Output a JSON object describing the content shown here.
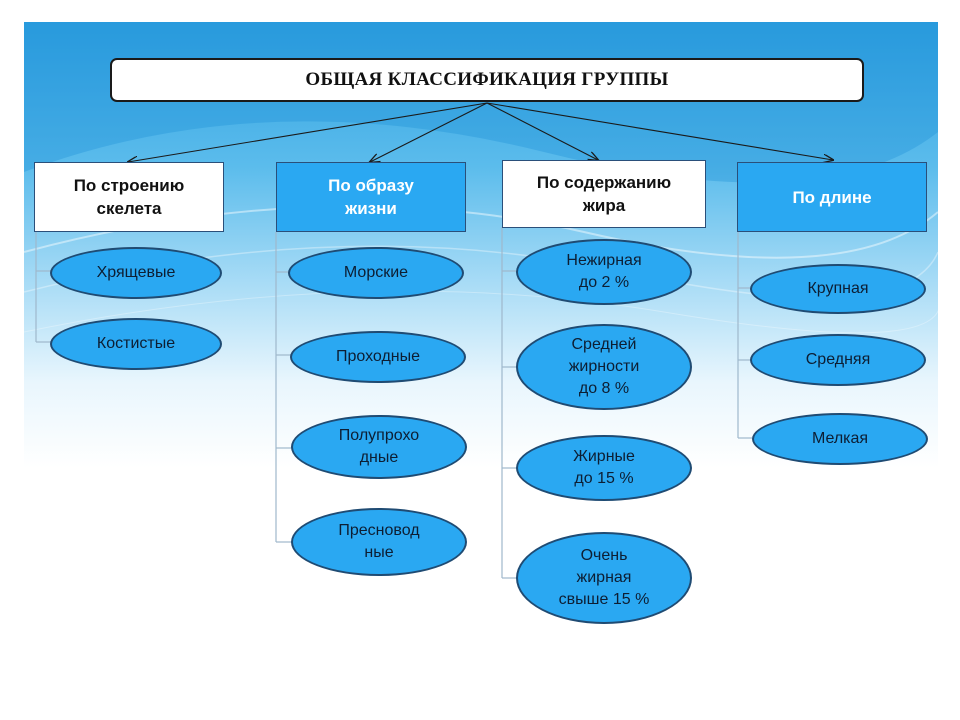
{
  "title": "ОБЩАЯ КЛАССИФИКАЦИЯ ГРУППЫ",
  "columns": [
    {
      "label_lines": [
        "По строению",
        "скелета"
      ],
      "items": [
        [
          "Хрящевые"
        ],
        [
          "Костистые"
        ]
      ]
    },
    {
      "label_lines": [
        "По образу",
        "жизни"
      ],
      "items": [
        [
          "Морские"
        ],
        [
          "Проходные"
        ],
        [
          "Полупрохо",
          "дные"
        ],
        [
          "Пресновод",
          "ные"
        ]
      ]
    },
    {
      "label_lines": [
        "По содержанию",
        "жира"
      ],
      "items": [
        [
          "Нежирная",
          "до 2 %"
        ],
        [
          "Средней",
          "жирности",
          "до 8 %"
        ],
        [
          "Жирные",
          "до 15 %"
        ],
        [
          "Очень",
          "жирная",
          "свыше 15 %"
        ]
      ]
    },
    {
      "label_lines": [
        "По длине"
      ],
      "items": [
        [
          "Крупная"
        ],
        [
          "Средняя"
        ],
        [
          "Мелкая"
        ]
      ]
    }
  ],
  "colors": {
    "slide_top": "#2fa0e0",
    "category_blue": "#2aa8f2",
    "oval_fill": "#2aa8f2",
    "oval_border": "#1f4b73",
    "title_border": "#1a1a1a"
  }
}
